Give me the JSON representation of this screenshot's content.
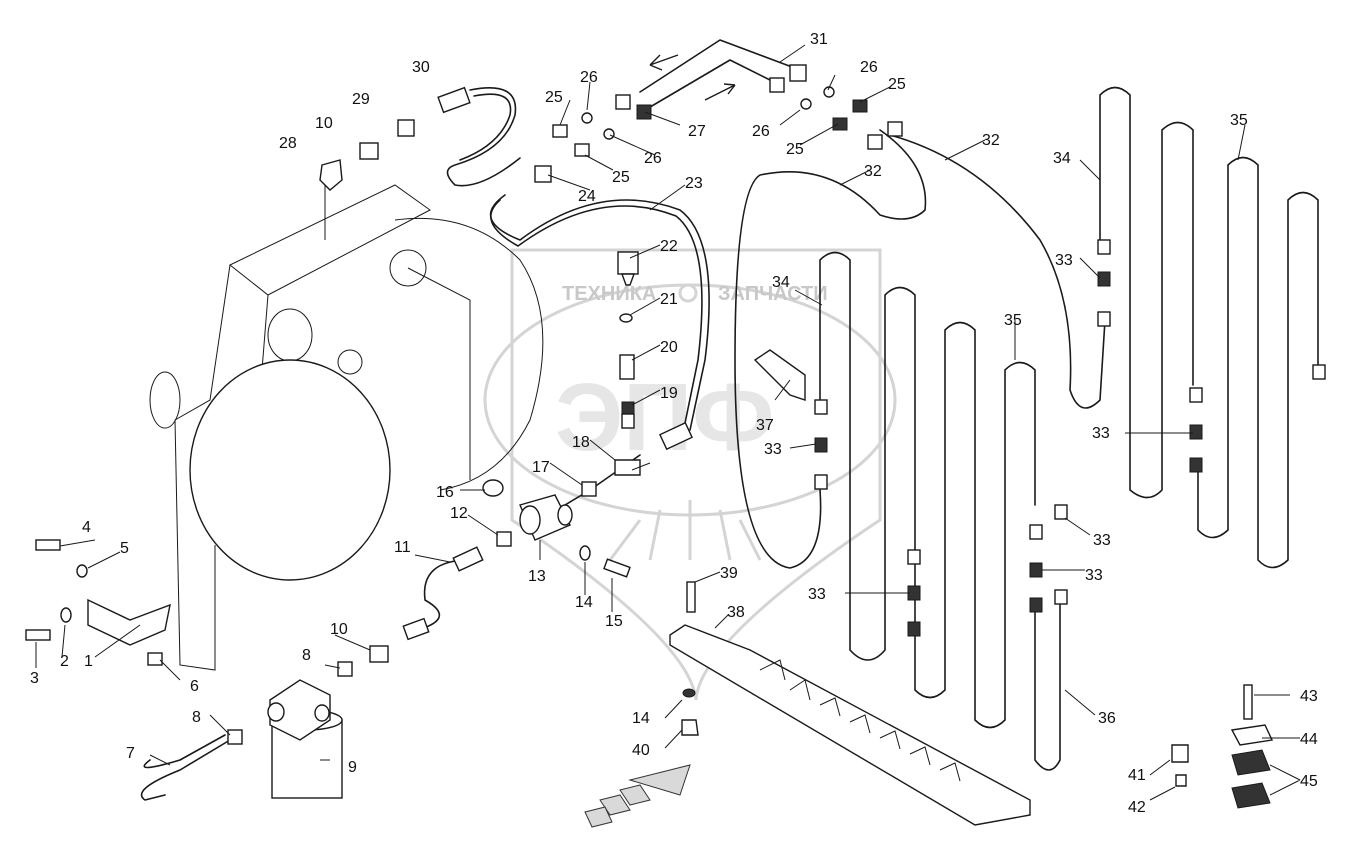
{
  "watermark": {
    "left_text": "ТЕХНИКА",
    "right_text": "ЗАПЧАСТИ",
    "logo_letters": "ЭПФ"
  },
  "callouts": [
    "1",
    "2",
    "3",
    "4",
    "5",
    "6",
    "7",
    "8",
    "8",
    "9",
    "10",
    "10",
    "11",
    "12",
    "13",
    "14",
    "14",
    "15",
    "16",
    "17",
    "18",
    "19",
    "20",
    "21",
    "22",
    "23",
    "24",
    "25",
    "25",
    "25",
    "25",
    "26",
    "26",
    "26",
    "26",
    "27",
    "28",
    "29",
    "30",
    "31",
    "32",
    "32",
    "33",
    "33",
    "33",
    "33",
    "33",
    "33",
    "34",
    "34",
    "35",
    "35",
    "36",
    "37",
    "38",
    "39",
    "40",
    "41",
    "42",
    "43",
    "44",
    "45"
  ]
}
